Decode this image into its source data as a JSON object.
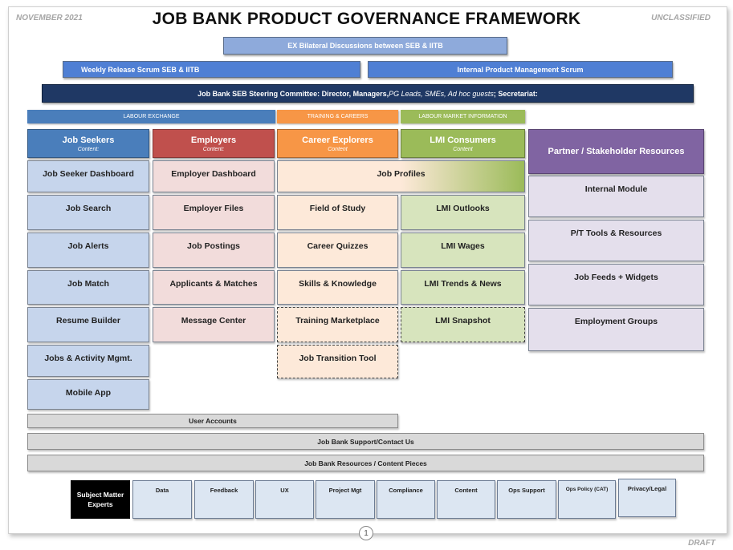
{
  "header": {
    "date": "NOVEMBER 2021",
    "title": "JOB BANK PRODUCT GOVERNANCE FRAMEWORK",
    "classification": "UNCLASSIFIED",
    "draft": "DRAFT",
    "page_number": "1"
  },
  "governance": {
    "ex_bilateral": "EX Bilateral Discussions between SEB & IITB",
    "weekly_scrum": "Weekly Release Scrum SEB & IITB",
    "internal_scrum": "Internal Product Management Scrum",
    "steering": {
      "lead": "Job Bank SEB Steering Committee: Director, Managers,",
      "italic": " PG Leads, SMEs, Ad hoc guests",
      "tail": "; Secretariat:"
    }
  },
  "streams": {
    "labour_exchange": "LABOUR EXCHANGE",
    "training_careers": "TRAINING & CAREERS",
    "lmi": "LABOUR MARKET INFORMATION"
  },
  "columns": {
    "job_seekers": {
      "title": "Job Seekers",
      "sub": "Content:",
      "color": "#4a7ebb"
    },
    "employers": {
      "title": "Employers",
      "sub": "Content:",
      "color": "#c0504d"
    },
    "career_explorers": {
      "title": "Career Explorers",
      "sub": "Content",
      "color": "#f79646"
    },
    "lmi_consumers": {
      "title": "LMI Consumers",
      "sub": "Content",
      "color": "#9bbb59"
    },
    "partner": {
      "title": "Partner / Stakeholder Resources",
      "color": "#8064a2"
    }
  },
  "cards": {
    "job_seekers": [
      "Job Seeker Dashboard",
      "Job Search",
      "Job Alerts",
      "Job Match",
      "Resume Builder",
      "Jobs & Activity Mgmt.",
      "Mobile App"
    ],
    "employers": [
      "Employer Dashboard",
      "Employer Files",
      "Job Postings",
      "Applicants & Matches",
      "Message Center"
    ],
    "job_profiles": "Job Profiles",
    "career_explorers": [
      "Field of Study",
      "Career Quizzes",
      "Skills & Knowledge",
      "Training Marketplace",
      "Job Transition Tool"
    ],
    "lmi": [
      "LMI Outlooks",
      "LMI Wages",
      "LMI Trends & News",
      "LMI Snapshot"
    ],
    "partner": [
      "Internal Module",
      "P/T Tools & Resources",
      "Job Feeds + Widgets",
      "Employment Groups"
    ]
  },
  "shared": {
    "user_accounts": "User Accounts",
    "support": "Job Bank Support/Contact Us",
    "resources": "Job Bank Resources / Content Pieces"
  },
  "sme": {
    "label": "Subject Matter Experts",
    "items": [
      "Data",
      "Feedback",
      "UX",
      "Project Mgt",
      "Compliance",
      "Content",
      "Ops Support",
      "Ops Policy (CAT)",
      "Privacy/Legal"
    ]
  }
}
